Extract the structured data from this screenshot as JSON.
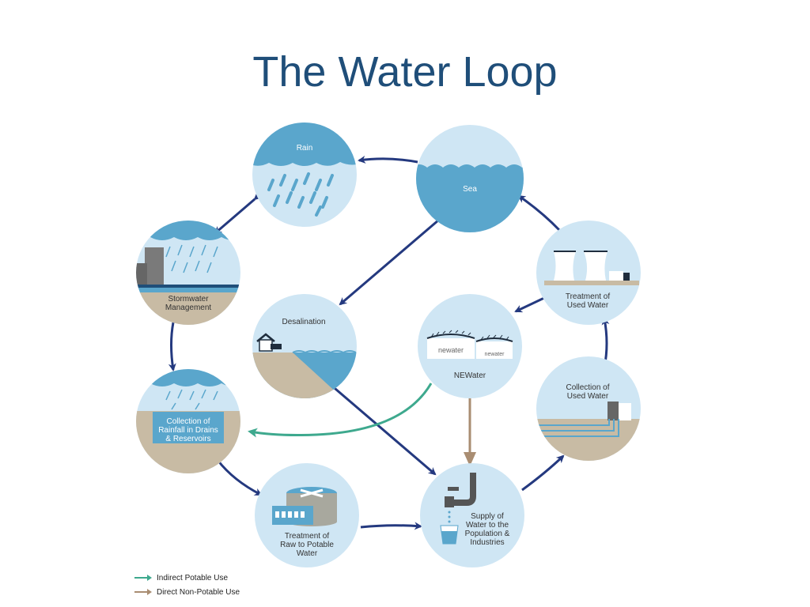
{
  "title": "The Water Loop",
  "nodes": {
    "rain": {
      "label": "Rain"
    },
    "sea": {
      "label": "Sea"
    },
    "stormwater": {
      "line1": "Stormwater",
      "line2": "Management"
    },
    "desalination": {
      "label": "Desalination"
    },
    "newater": {
      "label": "NEWater",
      "tank1": "newater",
      "tank2": "newater"
    },
    "treatment_used": {
      "line1": "Treatment of",
      "line2": "Used Water"
    },
    "collection_rainfall": {
      "line1": "Collection of",
      "line2": "Rainfall in Drains",
      "line3": "& Reservoirs"
    },
    "collection_used": {
      "line1": "Collection of",
      "line2": "Used Water"
    },
    "treatment_raw": {
      "line1": "Treatment of",
      "line2": "Raw to Potable",
      "line3": "Water"
    },
    "supply": {
      "line1": "Supply of",
      "line2": "Water to the",
      "line3": "Population &",
      "line4": "Industries"
    }
  },
  "legend": {
    "indirect": "Indirect Potable Use",
    "direct": "Direct Non-Potable Use"
  },
  "colors": {
    "title": "#1f4e79",
    "arrow_main": "#24397f",
    "arrow_indirect": "#3ea98e",
    "arrow_direct": "#a98d72",
    "circle_fill": "#cfe6f4",
    "water": "#5aa6cc",
    "ground": "#c8bba4"
  }
}
